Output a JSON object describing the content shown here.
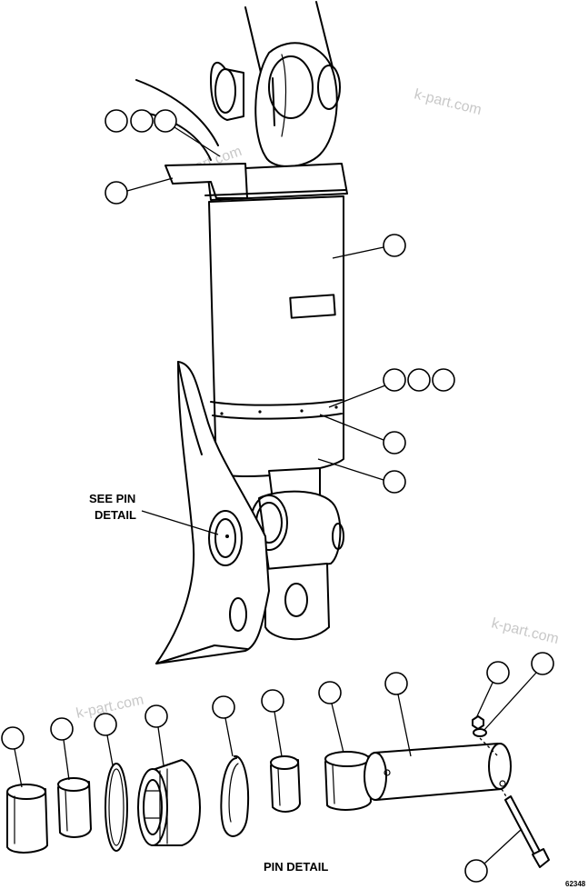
{
  "labels": {
    "see_pin_line1": "SEE PIN",
    "see_pin_line2": "DETAIL",
    "pin_detail": "PIN DETAIL",
    "figure_code": "62348"
  },
  "watermarks": [
    "k-part.com",
    "k-part.com",
    "k-part.com",
    "k-part.com"
  ]
}
